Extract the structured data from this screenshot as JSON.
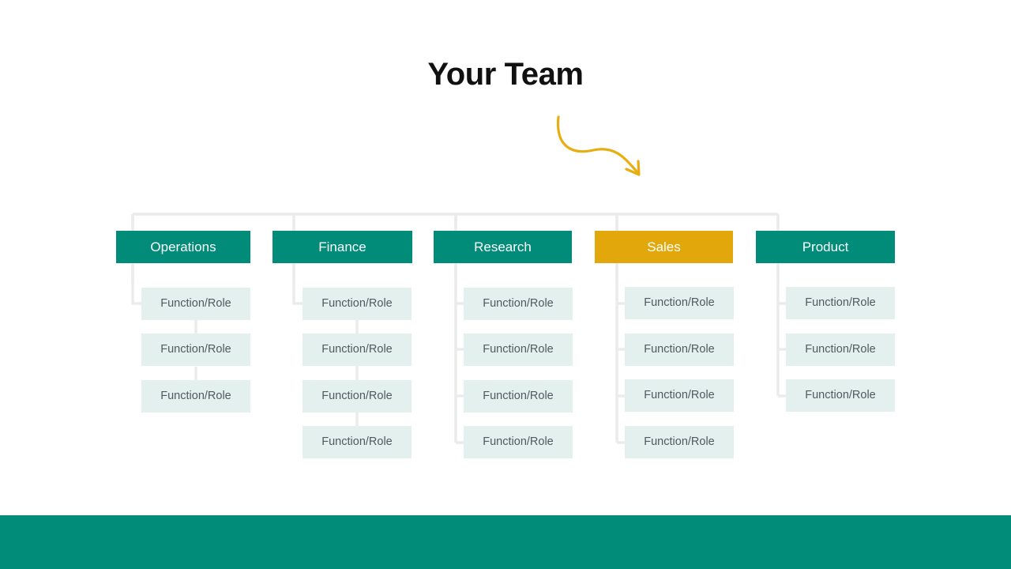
{
  "slide": {
    "title": "Your Team",
    "background_color": "#FFFFFF"
  },
  "decor": {
    "arrow_icon": "curved-arrow-down-right-icon",
    "arrow_color": "#E8AD11"
  },
  "theme": {
    "accent_teal": "#008C78",
    "accent_amber": "#E2A80B",
    "role_box_fill": "#E3F0ED",
    "role_box_text": "#505A60",
    "connector_line": "#EBEBEB",
    "header_text": "#FFFFFF",
    "title_text": "#111111"
  },
  "org_chart": {
    "role_label": "Function/Role",
    "connector_style_chain": "chain",
    "connector_style_spine": "spine",
    "columns": [
      {
        "id": "operations",
        "label": "Operations",
        "accent": "teal",
        "connector": "chain",
        "roles": [
          "Function/Role",
          "Function/Role",
          "Function/Role"
        ]
      },
      {
        "id": "finance",
        "label": "Finance",
        "accent": "teal",
        "connector": "chain",
        "roles": [
          "Function/Role",
          "Function/Role",
          "Function/Role",
          "Function/Role"
        ]
      },
      {
        "id": "research",
        "label": "Research",
        "accent": "teal",
        "connector": "spine",
        "roles": [
          "Function/Role",
          "Function/Role",
          "Function/Role",
          "Function/Role"
        ]
      },
      {
        "id": "sales",
        "label": "Sales",
        "accent": "amber",
        "connector": "spine",
        "roles": [
          "Function/Role",
          "Function/Role",
          "Function/Role",
          "Function/Role"
        ]
      },
      {
        "id": "product",
        "label": "Product",
        "accent": "teal",
        "connector": "spine",
        "roles": [
          "Function/Role",
          "Function/Role",
          "Function/Role"
        ]
      }
    ]
  },
  "footer": {
    "band_color": "#008C78"
  }
}
